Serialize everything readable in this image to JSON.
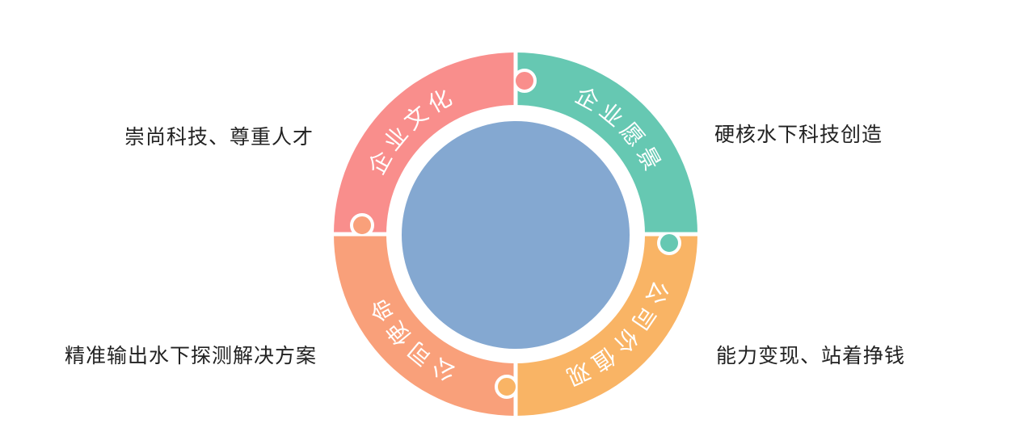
{
  "quadrants": [
    {
      "label": "企业文化",
      "color": "#F98E8C",
      "description": "崇尚科技、尊重人才"
    },
    {
      "label": "企业愿景",
      "color": "#66C8B2",
      "description": "硬核水下科技创造"
    },
    {
      "label": "公司价值观",
      "color": "#F9B465",
      "description": "能力变现、站着挣钱"
    },
    {
      "label": "公司使命",
      "color": "#F9A07A",
      "description": "精准输出水下探测解决方案"
    }
  ],
  "center": {
    "color": "#84A8D1"
  }
}
